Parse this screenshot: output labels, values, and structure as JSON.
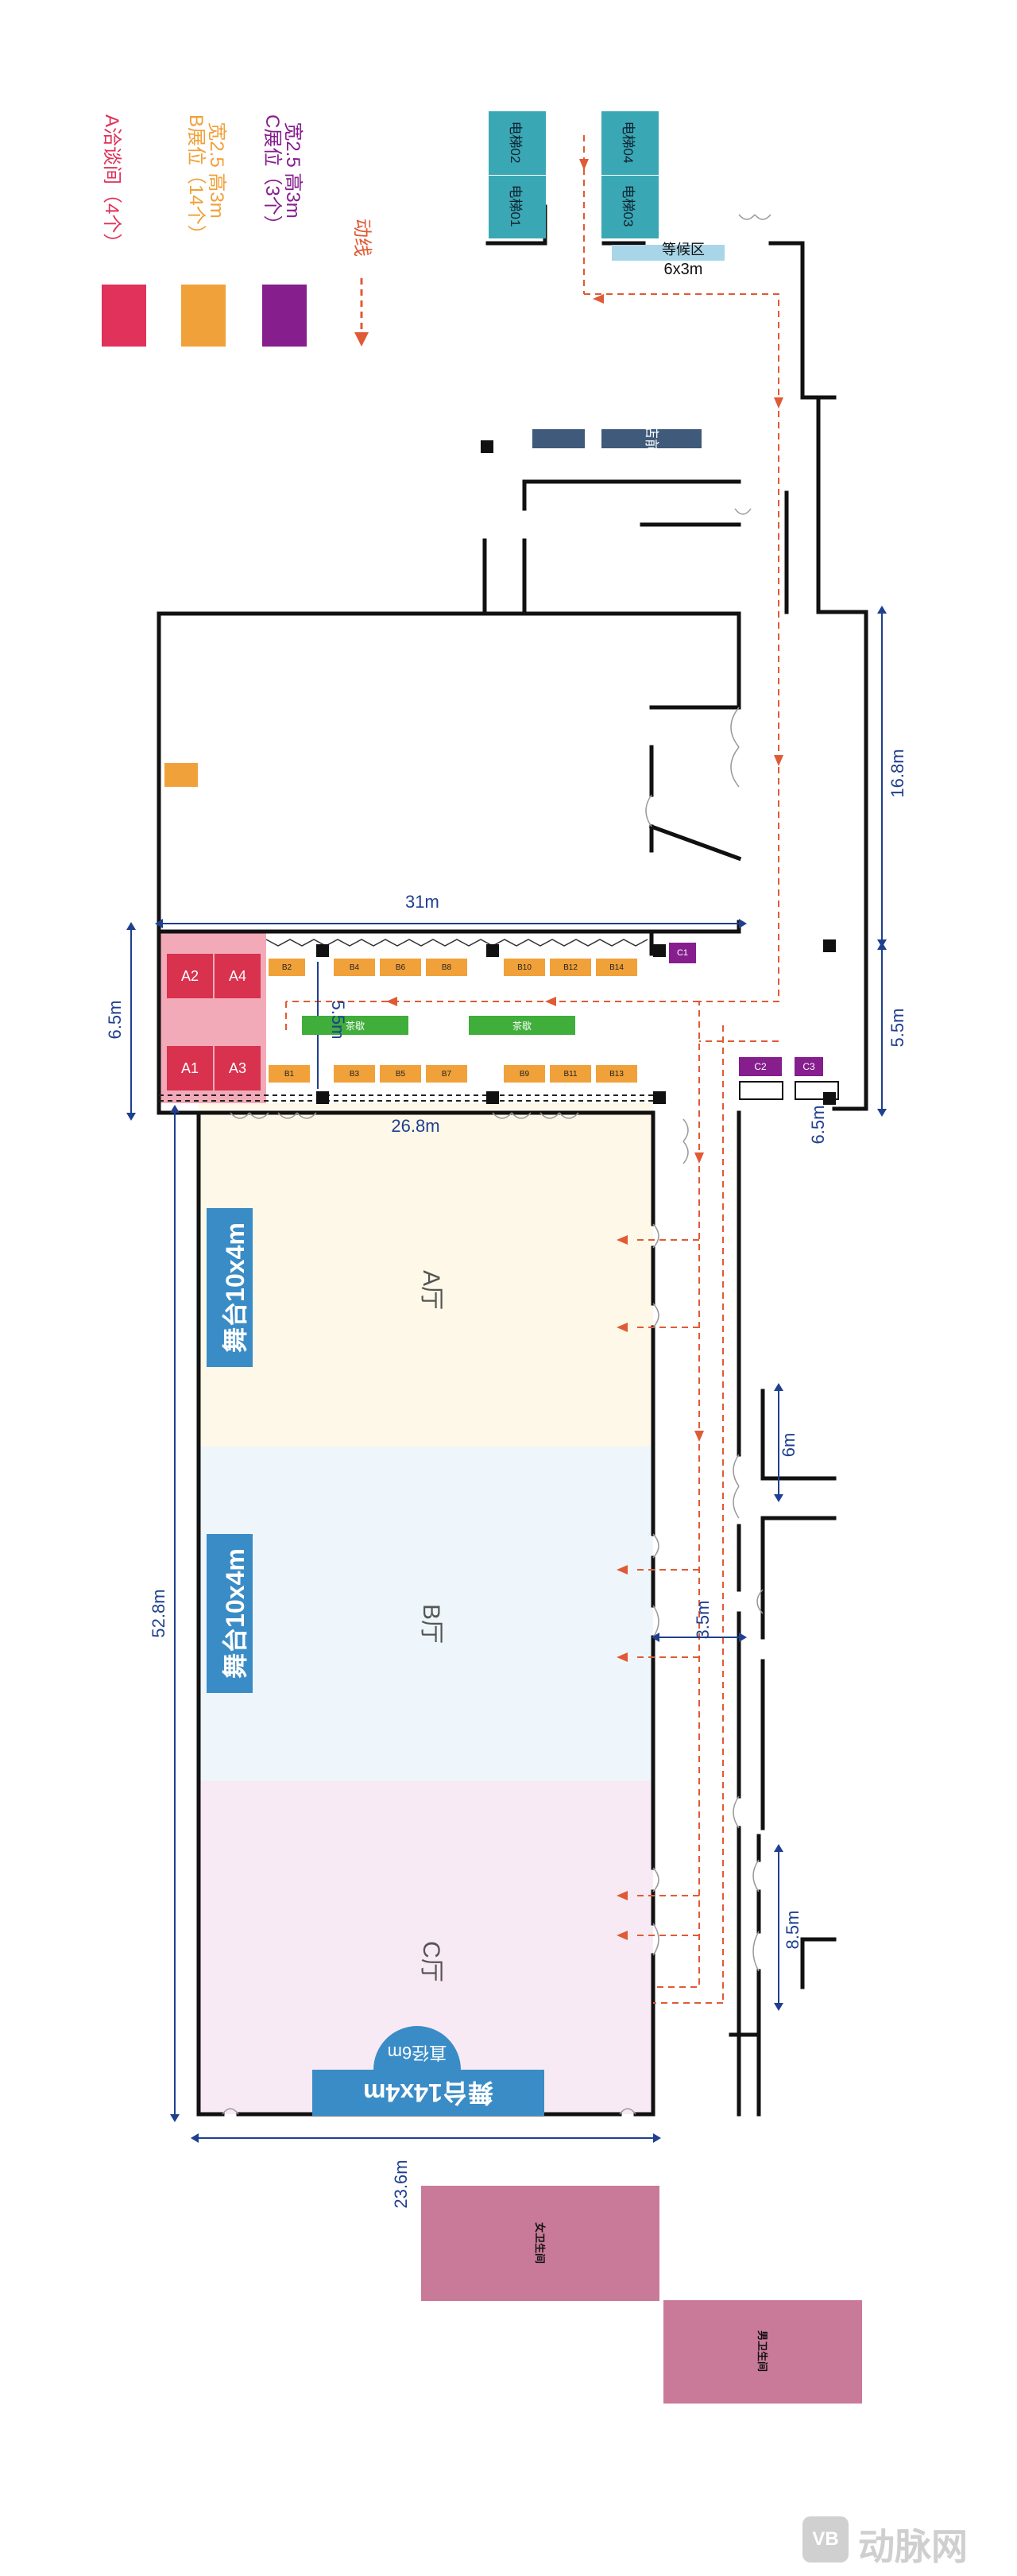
{
  "legend": {
    "items": [
      {
        "id": "A",
        "color": "#e0325a",
        "text1": "A洽谈间（4个）",
        "text2": ""
      },
      {
        "id": "B",
        "color": "#f0a13a",
        "text1": "B展位（14个）",
        "text2": "宽2.5 高3m"
      },
      {
        "id": "C",
        "color": "#861e8e",
        "text1": "C展位（3个）",
        "text2": "宽2.5 高3m"
      }
    ],
    "flow_label": "动线",
    "flow_color": "#e05a35"
  },
  "elevators": [
    "电梯01",
    "电梯02",
    "电梯03",
    "电梯04"
  ],
  "waiting_area": {
    "label": "等候区",
    "size": "6x3m"
  },
  "hotel_desk": "酒店前台",
  "rooms": [
    "A1",
    "A2",
    "A3",
    "A4"
  ],
  "booths_b": [
    "B1",
    "B2",
    "B3",
    "B4",
    "B5",
    "B6",
    "B7",
    "B8",
    "B9",
    "B10",
    "B11",
    "B12",
    "B13",
    "B14"
  ],
  "booths_c": [
    "C1",
    "C2",
    "C3"
  ],
  "tea_break": [
    "茶歇",
    "茶歇"
  ],
  "halls": [
    "A厅",
    "B厅",
    "C厅"
  ],
  "stages": [
    "舞台10x4m",
    "舞台10x4m",
    "舞台14x4m"
  ],
  "stage_radius": "直径6m",
  "restrooms": {
    "female": "女卫生间",
    "male": "男卫生间"
  },
  "dimensions": {
    "d31": "31m",
    "d65a": "6.5m",
    "d55a": "5.5m",
    "d168": "16.8m",
    "d55b": "5.5m",
    "d268": "26.8m",
    "d65b": "6.5m",
    "d528": "52.8m",
    "d6": "6m",
    "d35": "3.5m",
    "d85": "8.5m",
    "d236": "23.6m"
  },
  "watermark": "动脉网",
  "colors": {
    "hallA": "#fdf8e8",
    "hallB": "#eef6fb",
    "hallC": "#f8eaf4",
    "room": "#d8324f",
    "roomArea": "#f2aab8",
    "boothB": "#f0a13a",
    "boothC": "#861e8e",
    "tea": "#3fae3a",
    "stage": "#3a8cc7",
    "elevator": "#3aa8b4",
    "desk": "#3f5a7a",
    "restroom": "#c97a98",
    "dim": "#1f3f8f"
  }
}
